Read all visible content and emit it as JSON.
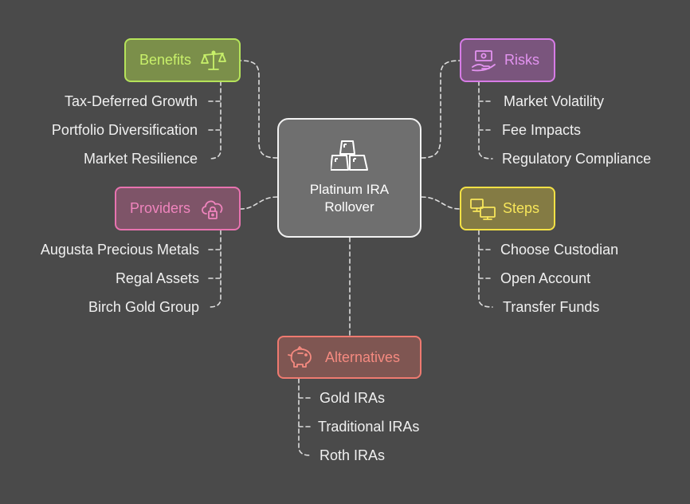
{
  "center": {
    "title_line1": "Platinum IRA",
    "title_line2": "Rollover",
    "icon": "gold-bars-icon"
  },
  "branches": {
    "benefits": {
      "label": "Benefits",
      "icon": "balance-scale-icon",
      "color": "#b5e35a",
      "fill": "#7b8f4a",
      "items": [
        "Tax-Deferred Growth",
        "Portfolio Diversification",
        "Market Resilience"
      ]
    },
    "risks": {
      "label": "Risks",
      "icon": "money-hand-icon",
      "color": "#d77ce6",
      "fill": "#7a557d",
      "items": [
        "Market Volatility",
        "Fee Impacts",
        "Regulatory Compliance"
      ]
    },
    "providers": {
      "label": "Providers",
      "icon": "cloud-lock-icon",
      "color": "#e873b0",
      "fill": "#7e5468",
      "items": [
        "Augusta Precious Metals",
        "Regal Assets",
        "Birch Gold Group"
      ]
    },
    "steps": {
      "label": "Steps",
      "icon": "computers-icon",
      "color": "#f3e145",
      "fill": "#847b44",
      "items": [
        "Choose Custodian",
        "Open Account",
        "Transfer Funds"
      ]
    },
    "alternatives": {
      "label": "Alternatives",
      "icon": "piggy-bank-icon",
      "color": "#ef7a70",
      "fill": "#7f5652",
      "items": [
        "Gold IRAs",
        "Traditional IRAs",
        "Roth IRAs"
      ]
    }
  }
}
